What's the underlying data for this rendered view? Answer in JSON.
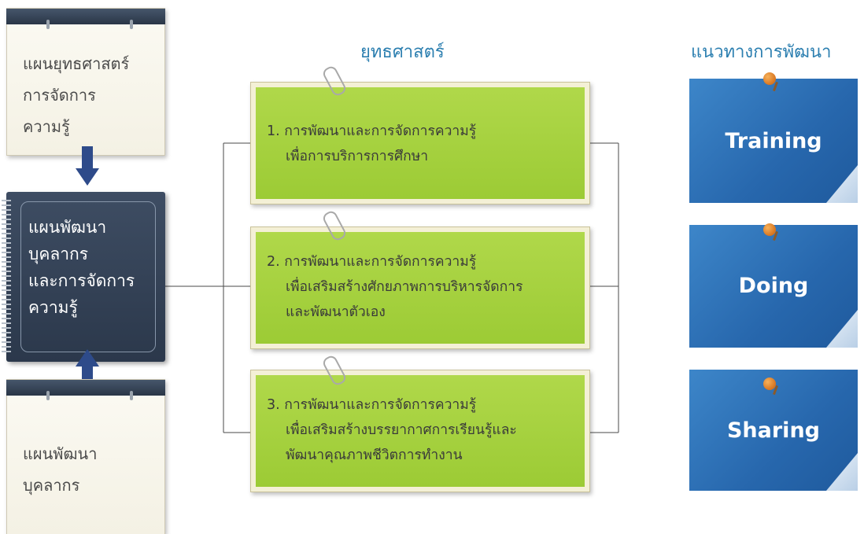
{
  "plans": {
    "strategy_plan": "แผนยุทธศาสตร์\nการจัดการ\nความรู้",
    "main_plan": "แผนพัฒนา\nบุคลากร\nและการจัดการ\nความรู้",
    "personnel_plan": "แผนพัฒนา\nบุคลากร"
  },
  "strategies": {
    "heading": "ยุทธศาสตร์",
    "items": [
      {
        "lines": [
          "1. การพัฒนาและการจัดการความรู้",
          "เพื่อการบริการการศึกษา"
        ]
      },
      {
        "lines": [
          "2. การพัฒนาและการจัดการความรู้",
          "เพื่อเสริมสร้างศักยภาพการบริหารจัดการ",
          "และพัฒนาตัวเอง"
        ]
      },
      {
        "lines": [
          "3. การพัฒนาและการจัดการความรู้",
          "เพื่อเสริมสร้างบรรยากาศการเรียนรู้และ",
          "พัฒนาคุณภาพชีวิตการทำงาน"
        ]
      }
    ]
  },
  "approaches": {
    "heading": "แนวทางการพัฒนา",
    "items": [
      {
        "label": "Training"
      },
      {
        "label": "Doing"
      },
      {
        "label": "Sharing"
      }
    ]
  },
  "colors": {
    "heading_blue": "#2c7fb0",
    "card_green": "#a6d13f",
    "approach_blue": "#2767ad",
    "notebook_navy": "#34435a",
    "arrow_blue": "#2e4b8a"
  }
}
